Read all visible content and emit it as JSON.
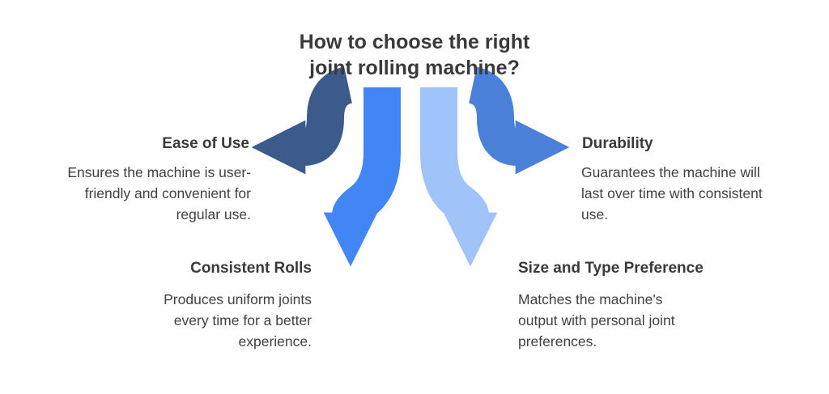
{
  "title": "How to choose the right\njoint rolling machine?",
  "sections": {
    "ease_of_use": {
      "heading": "Ease of Use",
      "description": "Ensures the machine is user-\nfriendly and convenient for\nregular use."
    },
    "durability": {
      "heading": "Durability",
      "description": "Guarantees the machine will\nlast over time with consistent\nuse."
    },
    "consistent_rolls": {
      "heading": "Consistent Rolls",
      "description": "Produces uniform joints\nevery time for a better\nexperience."
    },
    "size_and_type_preference": {
      "heading": "Size and Type Preference",
      "description": "Matches the machine's\noutput with personal joint\npreferences."
    }
  },
  "arrows": [
    {
      "icon": "curved-arrow-left-icon",
      "points_to": "Ease of Use",
      "color": "#3d5a8c"
    },
    {
      "icon": "curved-arrow-down-left-icon",
      "points_to": "Consistent Rolls",
      "color": "#4285f4"
    },
    {
      "icon": "curved-arrow-down-right-icon",
      "points_to": "Size and Type Preference",
      "color": "#a0c4fa"
    },
    {
      "icon": "curved-arrow-right-icon",
      "points_to": "Durability",
      "color": "#4b80d8"
    }
  ],
  "colors": {
    "background": "#ffffff",
    "title_text": "#3a3a3a",
    "body_text": "#414141"
  }
}
